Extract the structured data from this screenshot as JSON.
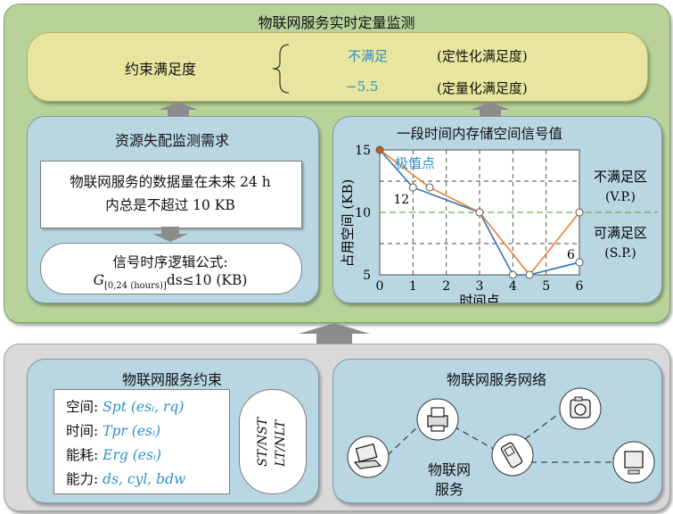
{
  "top_title": "物联网服务实时定量监测",
  "satisfaction": {
    "label": "约束满足度",
    "qual_value": "不满足",
    "qual_desc": "(定性化满足度)",
    "quant_value": "−5.5",
    "quant_desc": "(定量化满足度)"
  },
  "monitoring": {
    "title": "资源失配监测需求",
    "requirement_line1": "物联网服务的数据量在未来 24 h",
    "requirement_line2": "内总是不超过 10 KB",
    "formula_title": "信号时序逻辑公式:",
    "formula_G": "G",
    "formula_sub": "[0,24 (hours)]",
    "formula_rest": "ds≤10 (KB)"
  },
  "chart_data": {
    "type": "line",
    "title": "一段时间内存储空间信号值",
    "xlabel": "时间点",
    "ylabel": "占用空间 (KB)",
    "xlim": [
      0,
      6
    ],
    "ylim": [
      5,
      15
    ],
    "x_ticks": [
      "0",
      "1",
      "2",
      "3",
      "4",
      "5",
      "6"
    ],
    "y_ticks": [
      "5",
      "10",
      "15"
    ],
    "threshold": 10,
    "threshold_color": "#70ad47",
    "extreme_label": "极值点",
    "annotations": [
      "12",
      "6"
    ],
    "region_above": [
      "不满足区",
      "(V.P.)"
    ],
    "region_below": [
      "可满足区",
      "(S.P.)"
    ],
    "series": [
      {
        "color": "#2e75b6",
        "points": [
          [
            0,
            15
          ],
          [
            1,
            12
          ],
          [
            3,
            10
          ],
          [
            4,
            5
          ],
          [
            4.5,
            5
          ],
          [
            6,
            6
          ]
        ]
      },
      {
        "color": "#ed7d31",
        "points": [
          [
            0,
            15
          ],
          [
            1.5,
            12
          ],
          [
            3,
            10
          ],
          [
            4.5,
            5
          ],
          [
            6,
            10
          ]
        ]
      }
    ]
  },
  "constraints": {
    "title": "物联网服务约束",
    "rows": [
      {
        "label": "空间:",
        "value": "Spt (esᵢ, rq)"
      },
      {
        "label": "时间:",
        "value": "Tpr (esᵢ)"
      },
      {
        "label": "能耗:",
        "value": "Erg (esᵢ)"
      },
      {
        "label": "能力:",
        "value": "ds, cyl, bdw"
      }
    ],
    "logic_line1": "ST/NST",
    "logic_line2": "LT/NLT"
  },
  "network": {
    "title": "物联网服务网络",
    "center_label_line1": "物联网",
    "center_label_line2": "服务",
    "devices": [
      "laptop-icon",
      "printer-icon",
      "phone-icon",
      "camera-icon",
      "monitor-icon"
    ]
  }
}
